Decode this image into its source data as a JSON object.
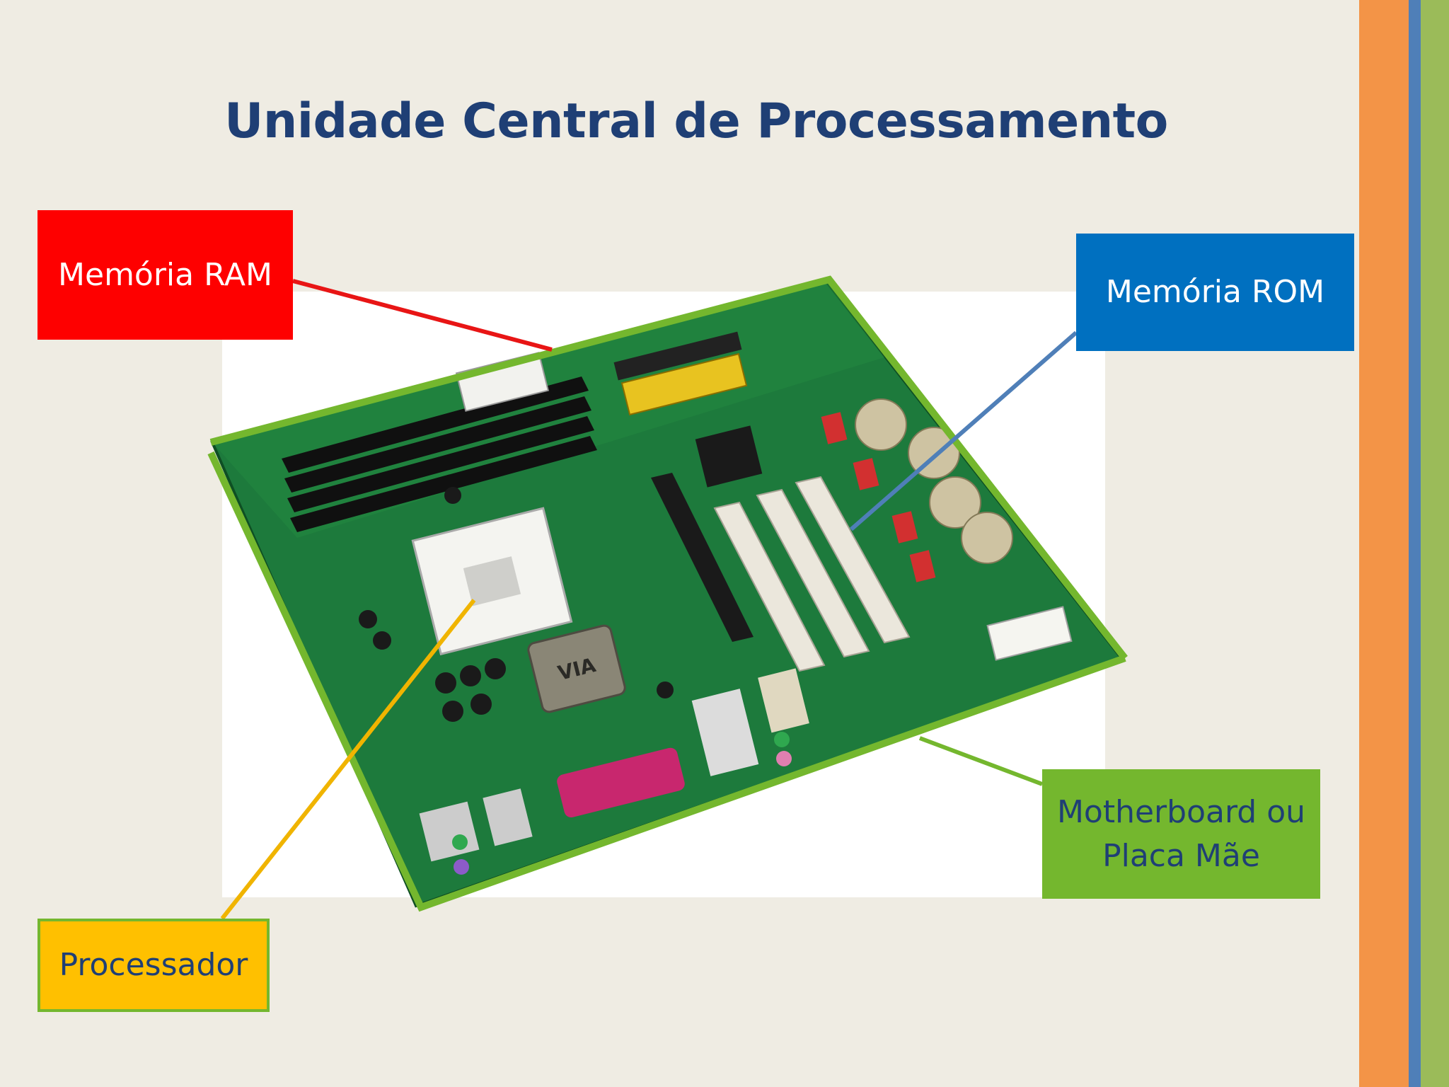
{
  "slide": {
    "title": "Unidade Central de Processamento"
  },
  "labels": {
    "ram": "Memória RAM",
    "rom": "Memória ROM",
    "motherboard_line1": "Motherboard ou",
    "motherboard_line2": "Placa Mãe",
    "processor": "Processador"
  },
  "colors": {
    "background": "#efece3",
    "title": "#1f3f75",
    "ram": "#fe0000",
    "rom": "#0070c0",
    "motherboard": "#74b72e",
    "processor": "#ffc000",
    "board_outline": "#74b72e",
    "stripe_orange": "#f39447",
    "stripe_blue": "#4f7fb8",
    "stripe_green": "#9bbb59"
  },
  "photo_subject": "motherboard-photo"
}
